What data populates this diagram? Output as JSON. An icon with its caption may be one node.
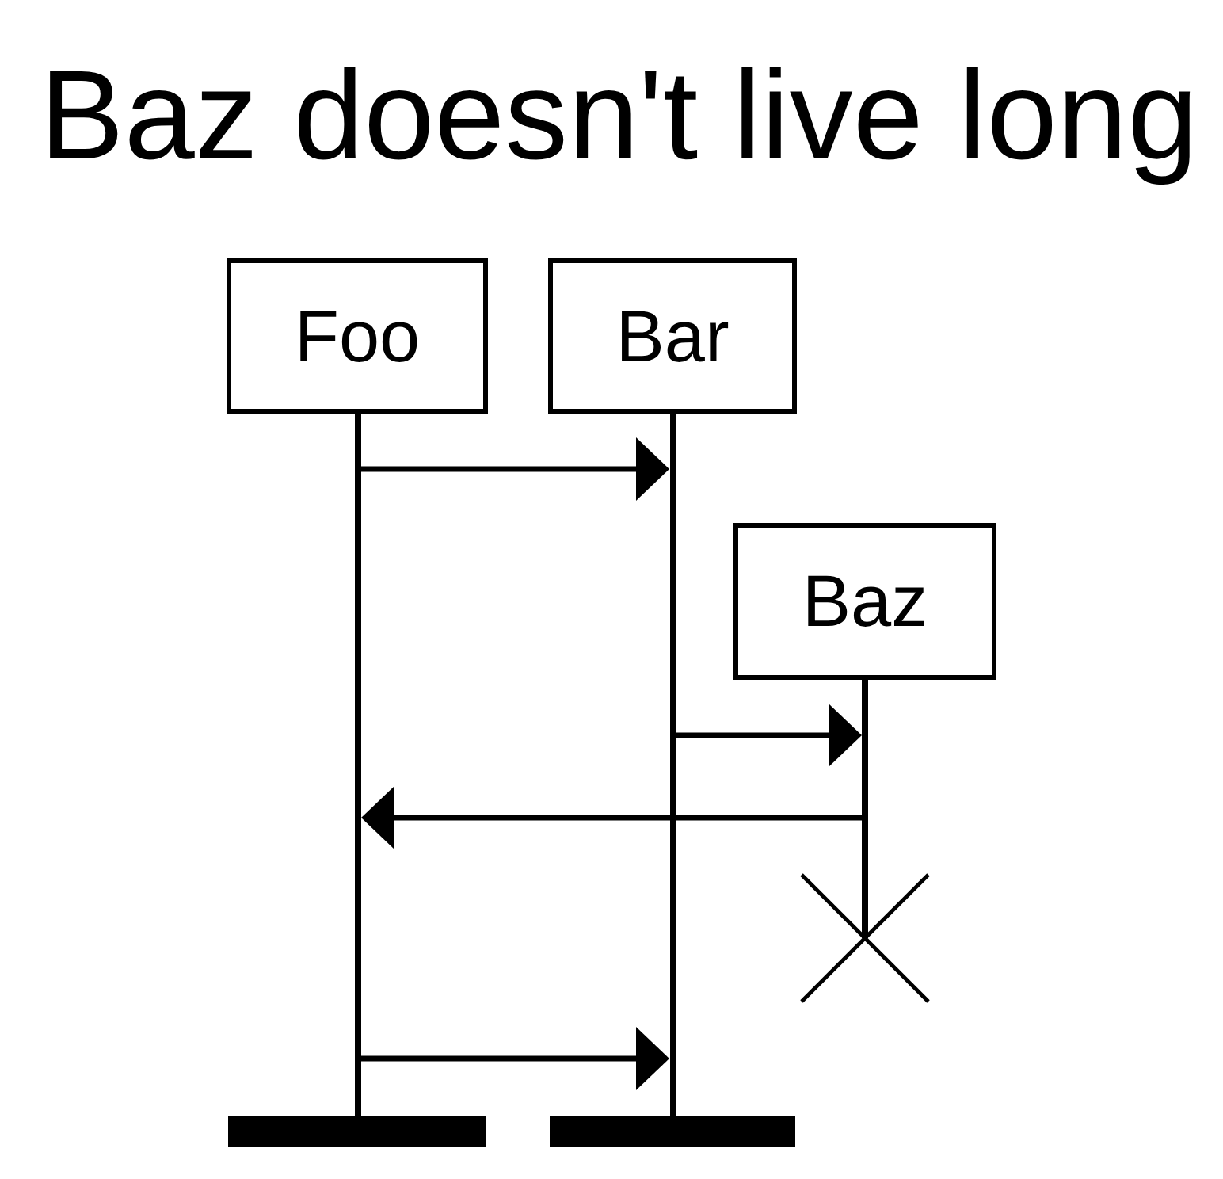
{
  "diagram": {
    "title": "Baz doesn't live long",
    "nodes": [
      {
        "text": [
          "Foo"
        ]
      },
      {
        "text": [
          "Bar"
        ]
      },
      {
        "text": [
          "Baz"
        ]
      },
      {
        "text": [],
        "shape": "line"
      },
      {
        "text": [],
        "shape": "line"
      },
      {
        "text": [],
        "shape": "line"
      },
      {
        "text": [],
        "shape": "cross"
      },
      {
        "text": [],
        "shape": "bar"
      },
      {
        "text": [],
        "shape": "bar"
      }
    ],
    "edges": [
      {
        "from": 3,
        "to": 4,
        "arrow": "to"
      },
      {
        "from": 4,
        "to": 5,
        "arrow": "to"
      },
      {
        "from": 5,
        "to": 3,
        "arrow": "to"
      },
      {
        "from": 3,
        "to": 4,
        "arrow": "to"
      }
    ]
  }
}
